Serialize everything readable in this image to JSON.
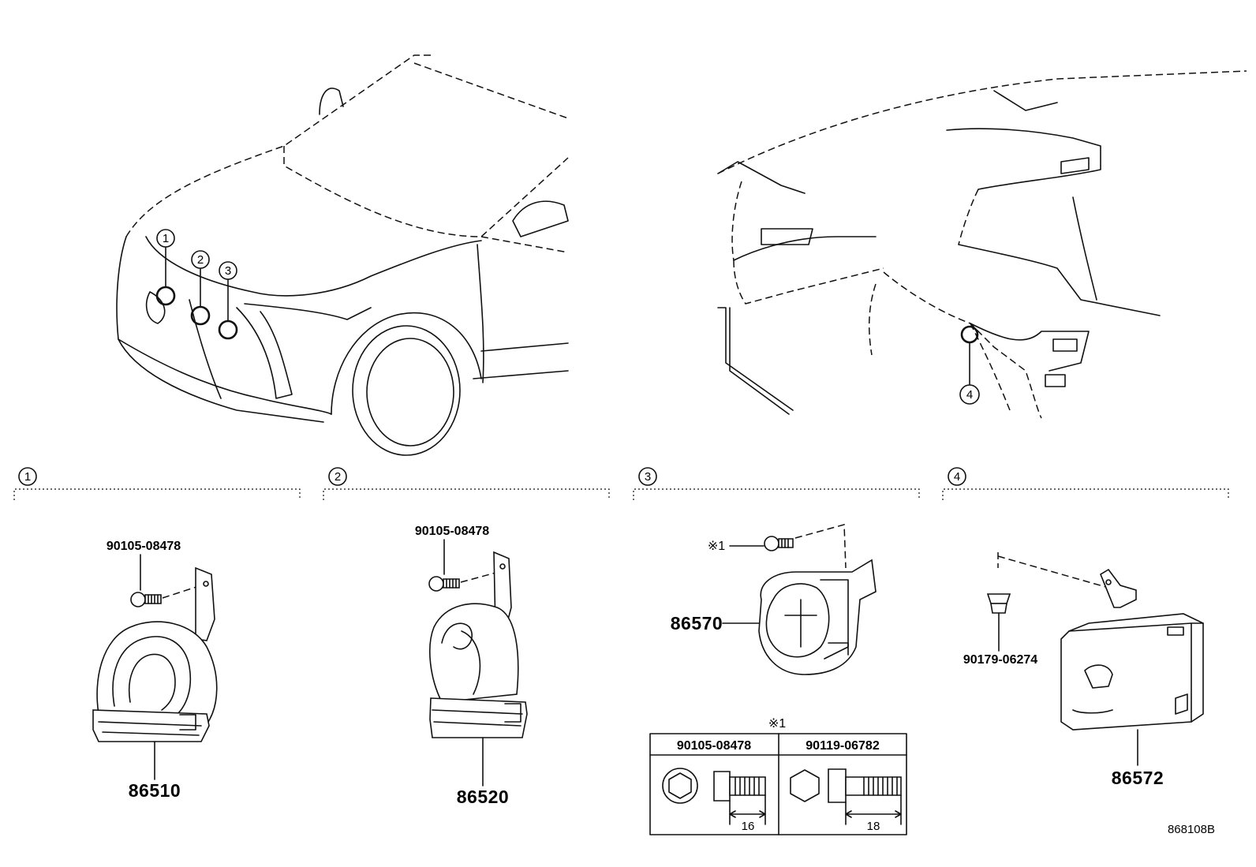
{
  "diagram_code": "868108B",
  "callouts": [
    "1",
    "2",
    "3",
    "4"
  ],
  "sections": [
    {
      "id": "1",
      "bolt": "90105-08478",
      "part": "86510"
    },
    {
      "id": "2",
      "bolt": "90105-08478",
      "part": "86520"
    },
    {
      "id": "3",
      "bolt_ref": "※1",
      "part": "86570"
    },
    {
      "id": "4",
      "nut": "90179-06274",
      "part": "86572"
    }
  ],
  "fastener_table": {
    "title": "※1",
    "columns": [
      {
        "part": "90105-08478",
        "length": "16"
      },
      {
        "part": "90119-06782",
        "length": "18"
      }
    ]
  }
}
